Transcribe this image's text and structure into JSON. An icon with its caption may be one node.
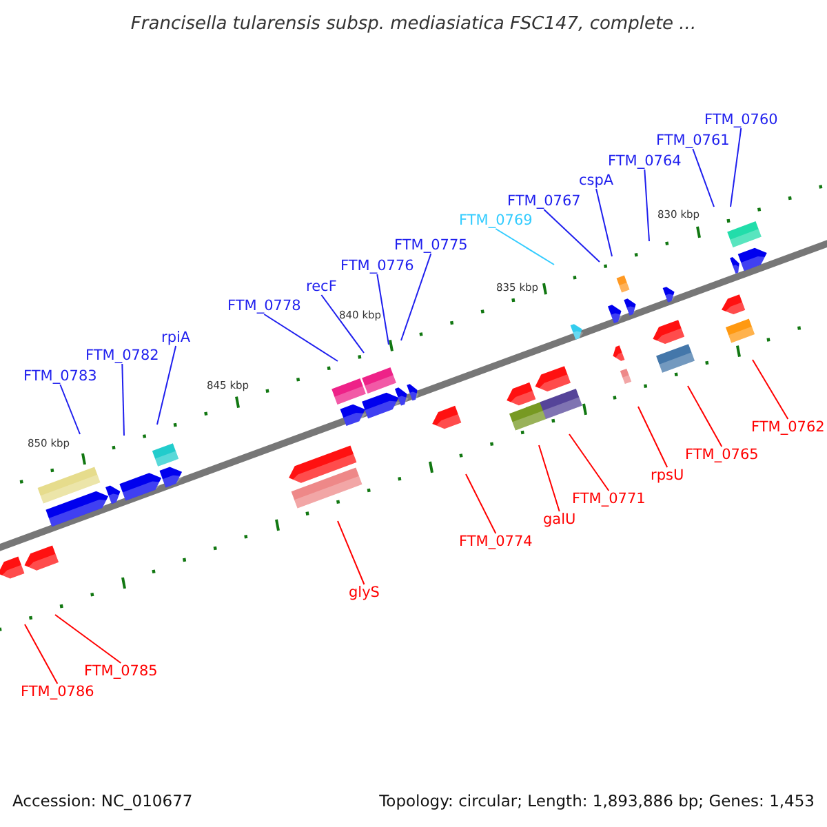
{
  "diagram": {
    "title": "Francisella tularensis subsp. mediasiatica FSC147, complete ...",
    "nodes": [
      {
        "text": [
          "FTM_0760"
        ]
      },
      {
        "text": [
          "FTM_0761"
        ]
      },
      {
        "text": [
          "FTM_0764"
        ]
      },
      {
        "text": [
          "cspA"
        ]
      },
      {
        "text": [
          "FTM_0767"
        ]
      },
      {
        "text": [
          "FTM_0769"
        ]
      },
      {
        "text": [
          "FTM_0775"
        ]
      },
      {
        "text": [
          "FTM_0776"
        ]
      },
      {
        "text": [
          "recF"
        ]
      },
      {
        "text": [
          "FTM_0778"
        ]
      },
      {
        "text": [
          "rpiA"
        ]
      },
      {
        "text": [
          "FTM_0782"
        ]
      },
      {
        "text": [
          "FTM_0783"
        ]
      },
      {
        "text": [
          "FTM_0762"
        ]
      },
      {
        "text": [
          "FTM_0765"
        ]
      },
      {
        "text": [
          "rpsU"
        ]
      },
      {
        "text": [
          "FTM_0771"
        ]
      },
      {
        "text": [
          "galU"
        ]
      },
      {
        "text": [
          "FTM_0774"
        ]
      },
      {
        "text": [
          "glyS"
        ]
      },
      {
        "text": [
          "FTM_0785"
        ]
      },
      {
        "text": [
          "FTM_0786"
        ]
      }
    ],
    "edges": [
      {
        "from": 0,
        "to": null,
        "arrow": "none"
      },
      {
        "from": 1,
        "to": null,
        "arrow": "none"
      },
      {
        "from": 2,
        "to": null,
        "arrow": "none"
      },
      {
        "from": 3,
        "to": null,
        "arrow": "none"
      },
      {
        "from": 4,
        "to": null,
        "arrow": "none"
      },
      {
        "from": 5,
        "to": null,
        "arrow": "none",
        "color": "#33ccff"
      },
      {
        "from": 6,
        "to": null,
        "arrow": "none"
      },
      {
        "from": 7,
        "to": null,
        "arrow": "none"
      },
      {
        "from": 8,
        "to": null,
        "arrow": "none"
      },
      {
        "from": 9,
        "to": null,
        "arrow": "none"
      },
      {
        "from": 10,
        "to": null,
        "arrow": "none"
      },
      {
        "from": 11,
        "to": null,
        "arrow": "none"
      },
      {
        "from": 12,
        "to": null,
        "arrow": "none"
      },
      {
        "from": 13,
        "to": null,
        "arrow": "none",
        "color": "#ff0000"
      },
      {
        "from": 14,
        "to": null,
        "arrow": "none",
        "color": "#ff0000"
      },
      {
        "from": 15,
        "to": null,
        "arrow": "none",
        "color": "#ff0000"
      },
      {
        "from": 16,
        "to": null,
        "arrow": "none",
        "color": "#ff0000"
      },
      {
        "from": 17,
        "to": null,
        "arrow": "none",
        "color": "#ff0000"
      },
      {
        "from": 18,
        "to": null,
        "arrow": "none",
        "color": "#ff0000"
      },
      {
        "from": 19,
        "to": null,
        "arrow": "none",
        "color": "#ff0000"
      },
      {
        "from": 20,
        "to": null,
        "arrow": "none",
        "color": "#ff0000"
      },
      {
        "from": 21,
        "to": null,
        "arrow": "none",
        "color": "#ff0000"
      }
    ],
    "labels": [
      "830 kbp",
      "835 kbp",
      "840 kbp",
      "845 kbp",
      "850 kbp",
      "Accession: NC_010677",
      "Topology: circular; Length: 1,893,886 bp; Genes: 1,453"
    ]
  }
}
